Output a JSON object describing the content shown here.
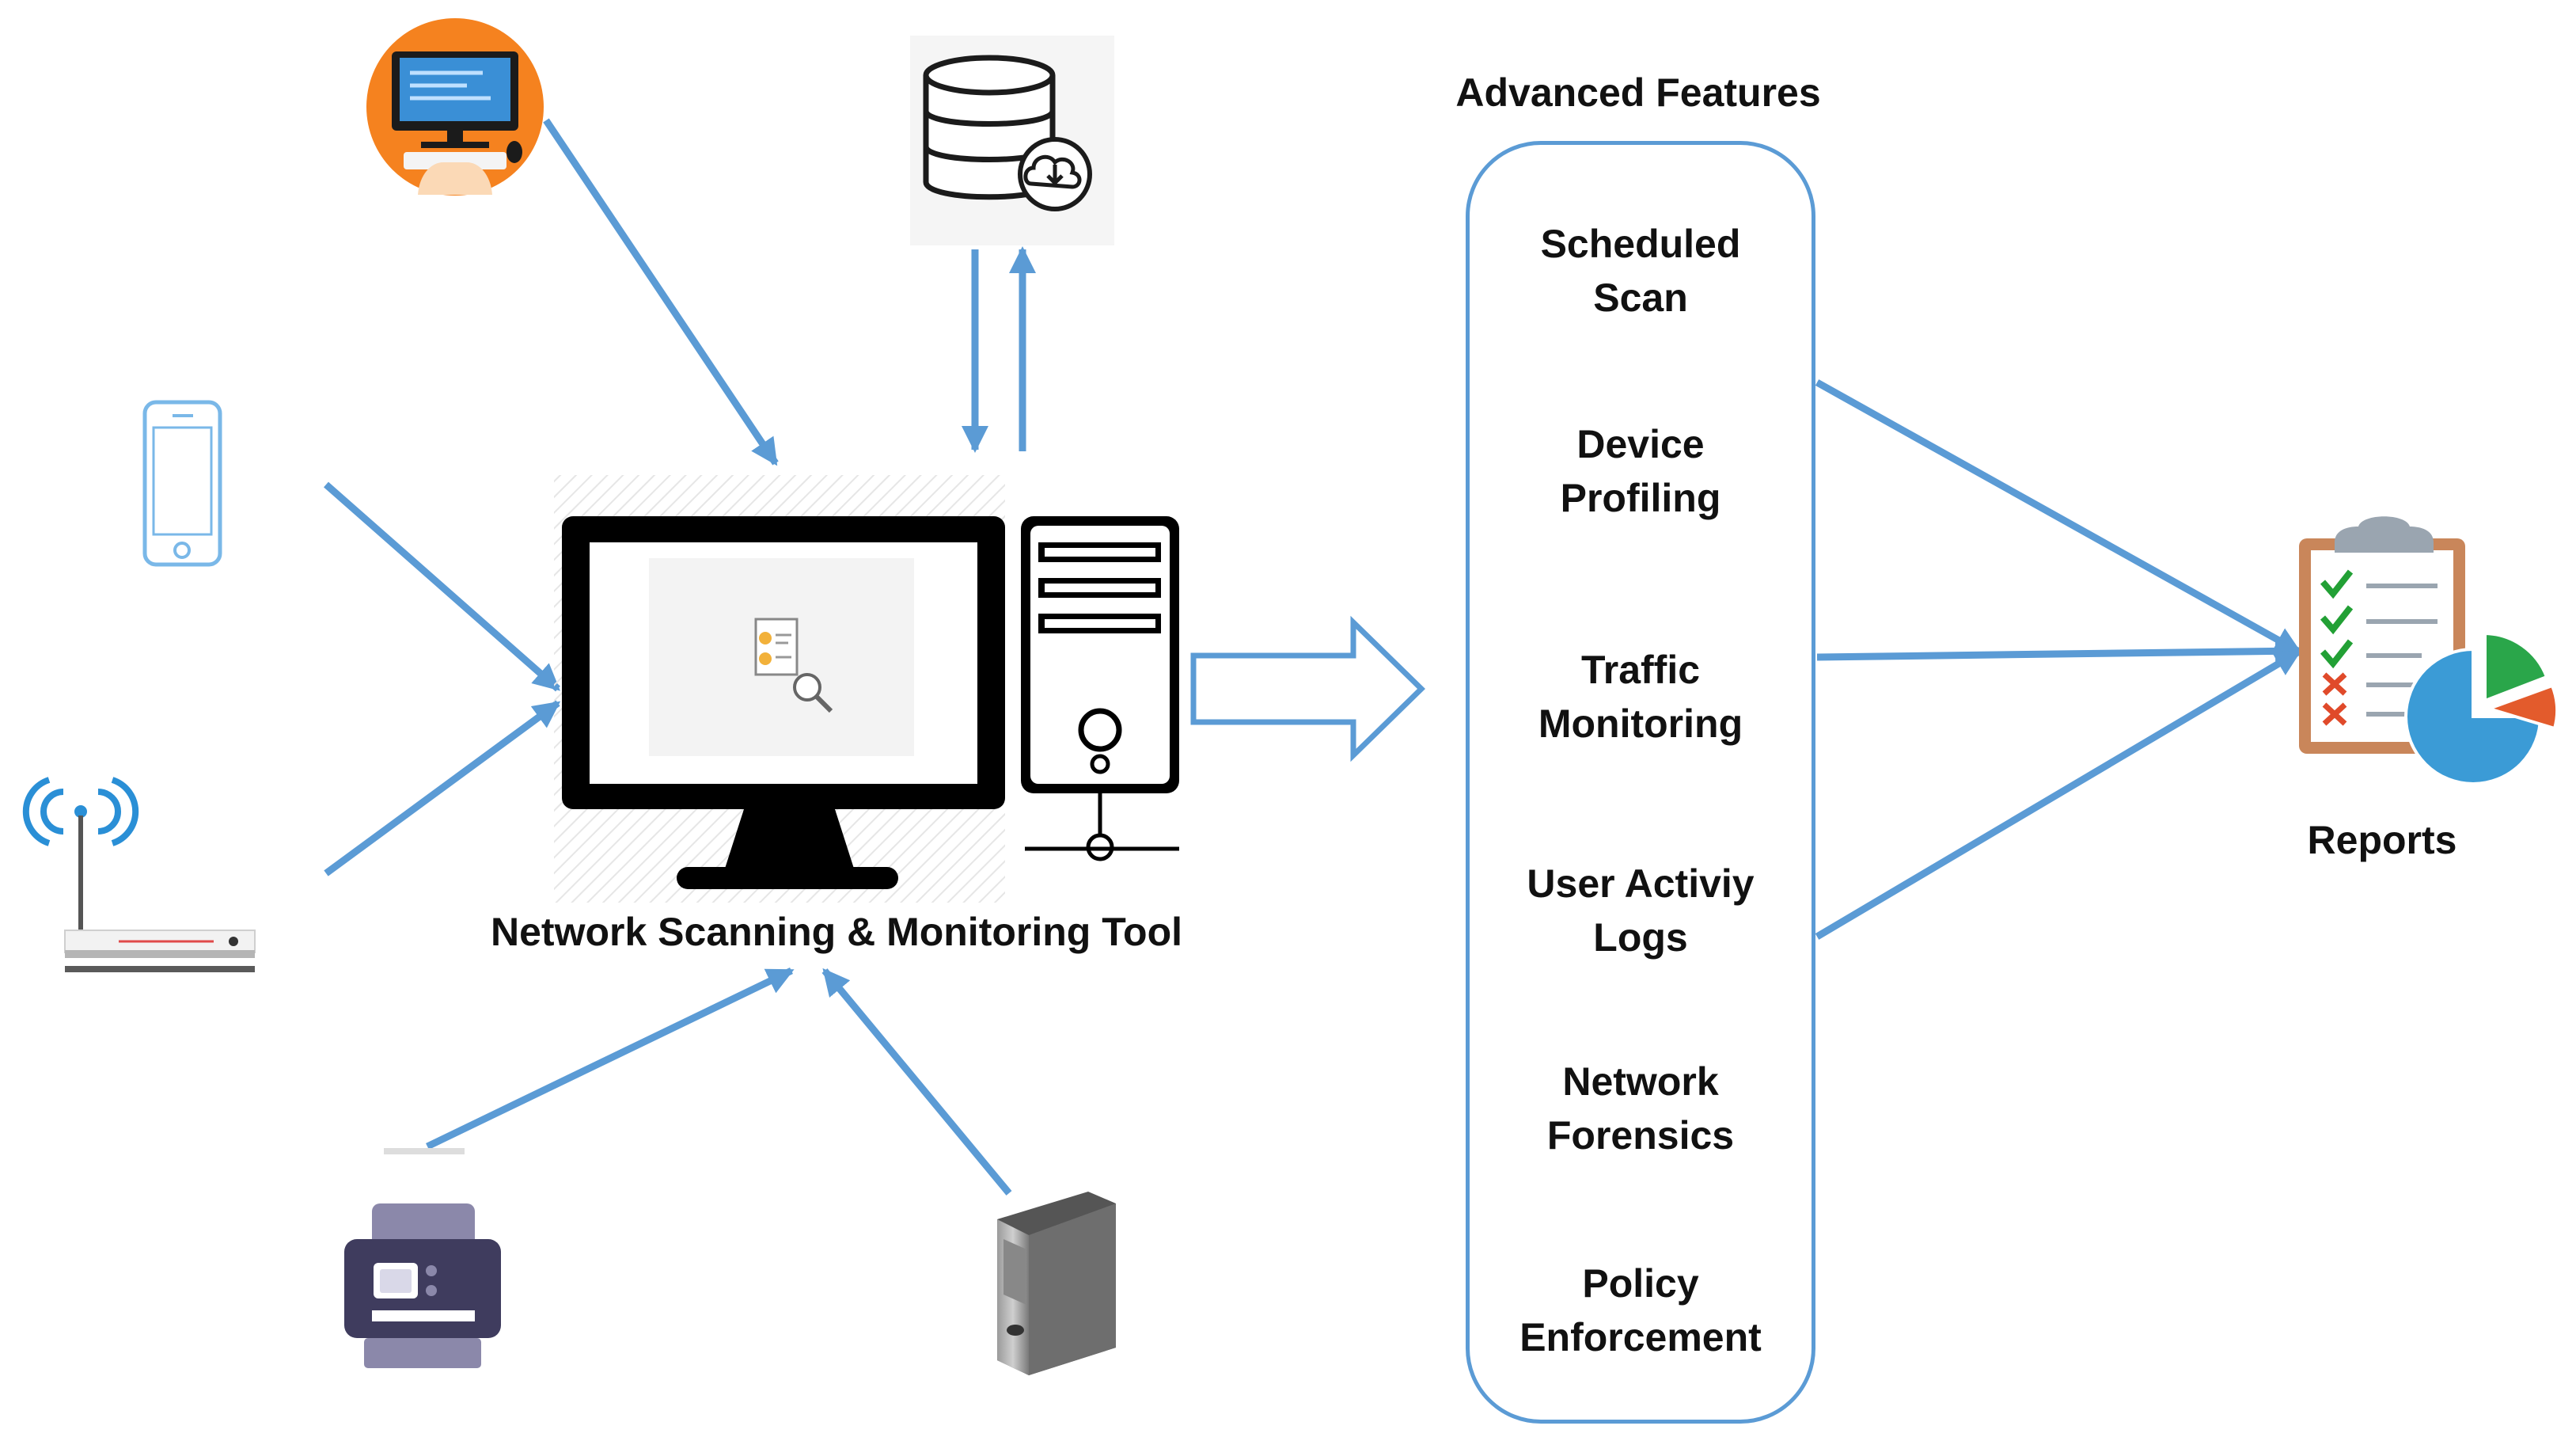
{
  "diagram": {
    "tool_label": "Network Scanning & Monitoring Tool",
    "advanced_title": "Advanced Features",
    "reports_label": "Reports",
    "features": [
      {
        "line1": "Scheduled",
        "line2": "Scan"
      },
      {
        "line1": "Device",
        "line2": "Profiling"
      },
      {
        "line1": "Traffic",
        "line2": "Monitoring"
      },
      {
        "line1": "User Activiy",
        "line2": "Logs"
      },
      {
        "line1": "Network",
        "line2": "Forensics"
      },
      {
        "line1": "Policy",
        "line2": "Enforcement"
      }
    ],
    "icons": {
      "workstation": "workstation-icon",
      "database": "database-download-icon",
      "phone": "smartphone-icon",
      "router": "wifi-router-icon",
      "printer": "printer-icon",
      "server": "server-tower-icon",
      "monitor": "monitor-icon",
      "tower": "computer-tower-icon",
      "report": "clipboard-report-icon"
    },
    "colors": {
      "arrow": "#5b9bd5",
      "box_border": "#5b9bd5",
      "text": "#111111",
      "orange": "#f5821f",
      "printer_body": "#3f3c5e",
      "check": "#22a035",
      "cross": "#e04a2a",
      "pie_blue": "#3b9bd6",
      "pie_green": "#2aa64a",
      "pie_red": "#e35b2c"
    }
  }
}
